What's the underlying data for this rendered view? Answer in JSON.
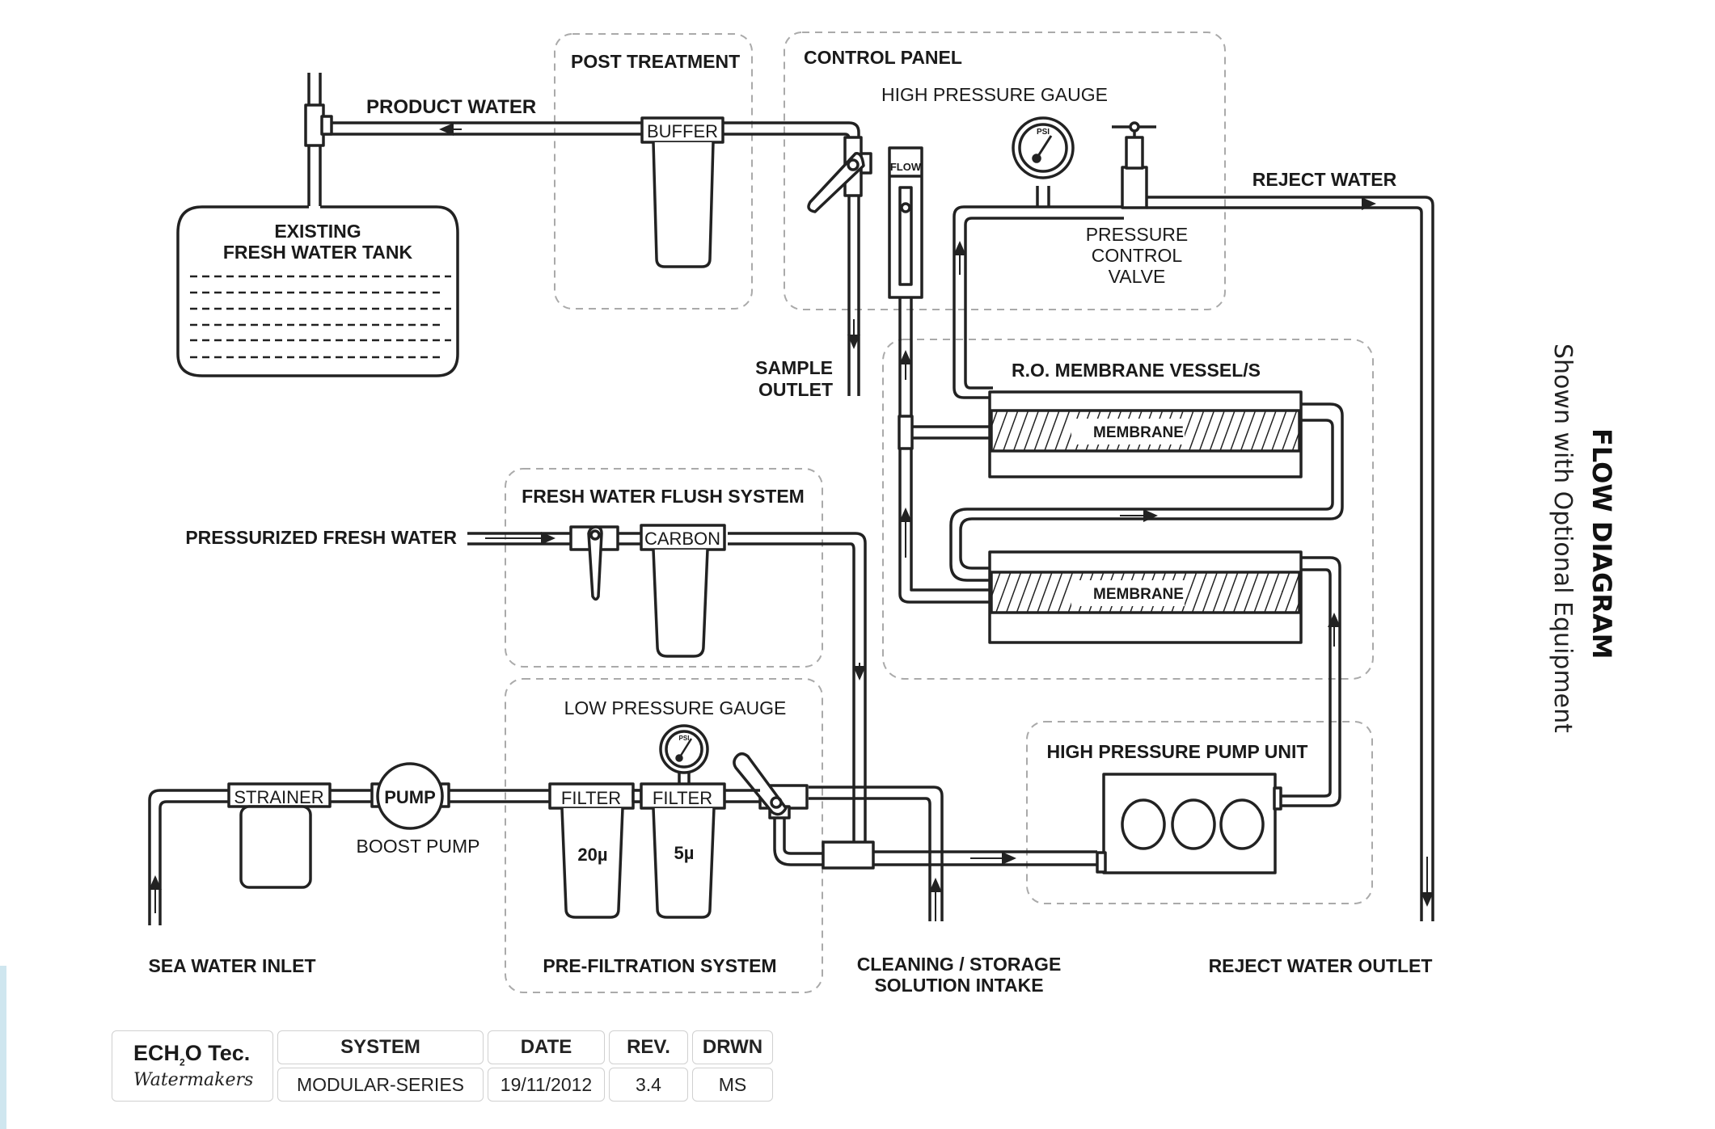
{
  "title": "FLOW DIAGRAM",
  "subtitle": "Shown with Optional Equipment",
  "groups": {
    "post_treatment": "POST TREATMENT",
    "control_panel": "CONTROL PANEL",
    "ro_membrane": "R.O. MEMBRANE VESSEL/S",
    "fresh_water_flush": "FRESH WATER FLUSH SYSTEM",
    "pre_filtration": "PRE-FILTRATION SYSTEM",
    "hp_pump_unit": "HIGH PRESSURE PUMP UNIT"
  },
  "labels": {
    "product_water": "PRODUCT WATER",
    "tank_line1": "EXISTING",
    "tank_line2": "FRESH WATER TANK",
    "buffer": "BUFFER",
    "flow": "FLOW",
    "high_pressure_gauge": "HIGH PRESSURE GAUGE",
    "psi": "PSI",
    "reject_water": "REJECT WATER",
    "pcv_line1": "PRESSURE",
    "pcv_line2": "CONTROL",
    "pcv_line3": "VALVE",
    "sample_line1": "SAMPLE",
    "sample_line2": "OUTLET",
    "membrane": "MEMBRANE",
    "pressurized_fresh_water": "PRESSURIZED FRESH WATER",
    "carbon": "CARBON",
    "low_pressure_gauge": "LOW PRESSURE GAUGE",
    "strainer": "STRAINER",
    "pump": "PUMP",
    "boost_pump": "BOOST PUMP",
    "filter": "FILTER",
    "filter_20": "20µ",
    "filter_5": "5µ",
    "sea_water_inlet": "SEA WATER INLET",
    "cleaning_line1": "CLEANING / STORAGE",
    "cleaning_line2": "SOLUTION INTAKE",
    "reject_water_outlet": "REJECT WATER OUTLET"
  },
  "title_block": {
    "company_name": "ECH",
    "company_sub": "2",
    "company_rest": "O Tec.",
    "company_tagline": "Watermakers",
    "headers": [
      "SYSTEM",
      "DATE",
      "REV.",
      "DRWN"
    ],
    "values": [
      "MODULAR-SERIES",
      "19/11/2012",
      "3.4",
      "MS"
    ]
  }
}
